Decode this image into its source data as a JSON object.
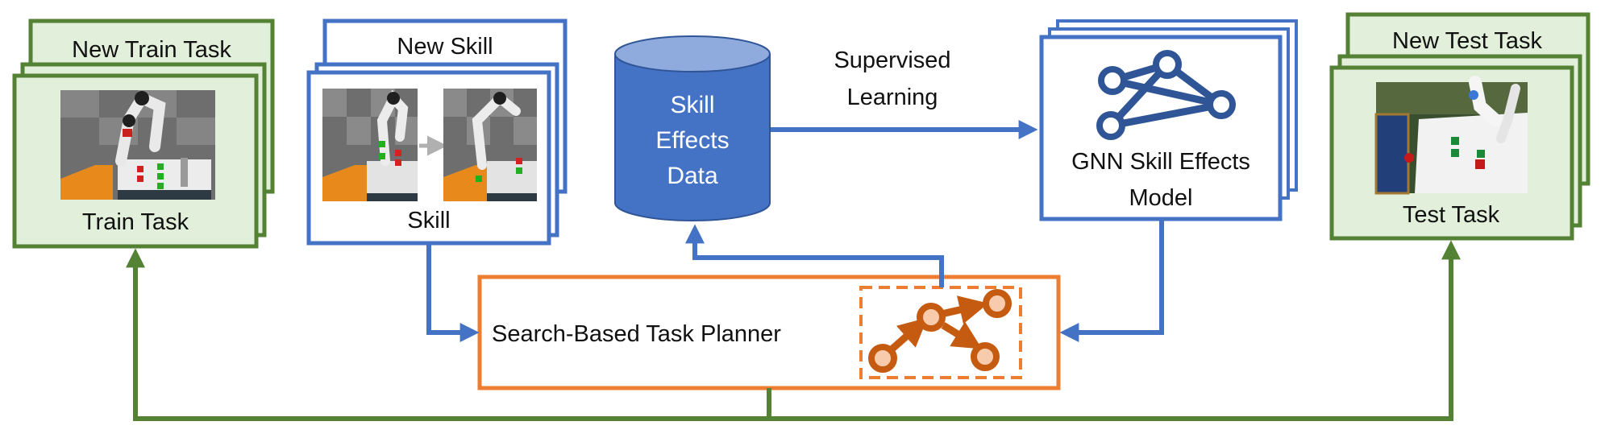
{
  "diagram": {
    "colors": {
      "train_green_border": "#548235",
      "train_green_fill": "#e2efda",
      "blue": "#4472c4",
      "orange": "#ed7d31",
      "planner_node": "#c55a11",
      "planner_node_fill": "#f8cbad",
      "green_arrow": "#548235"
    },
    "train_task": {
      "stack_label": "New Train Task",
      "front_label": "Train Task"
    },
    "skill": {
      "stack_label": "New Skill",
      "front_label": "Skill"
    },
    "database": {
      "line1": "Skill",
      "line2": "Effects",
      "line3": "Data"
    },
    "supervised_learning": {
      "line1": "Supervised",
      "line2": "Learning"
    },
    "gnn": {
      "line1": "GNN Skill Effects",
      "line2": "Model",
      "icon": "graph-network-icon"
    },
    "test_task": {
      "stack_label": "New Test Task",
      "front_label": "Test Task"
    },
    "planner": {
      "label": "Search-Based Task Planner",
      "icon": "search-tree-icon"
    }
  }
}
